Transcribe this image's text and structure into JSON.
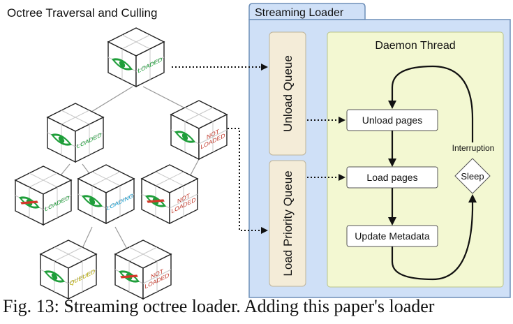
{
  "title": "Octree Traversal and Culling",
  "loader_title": "Streaming Loader",
  "queues": {
    "unload": "Unload Queue",
    "load": "Load Priority Queue"
  },
  "daemon": {
    "title": "Daemon Thread",
    "steps": [
      "Unload pages",
      "Load pages",
      "Update Metadata"
    ],
    "sleep": "Sleep",
    "interruption": "Interruption"
  },
  "nodes": [
    {
      "status": "LOADED",
      "visible": true,
      "color": "#1f9e3a"
    },
    {
      "status": "LOADED",
      "visible": true,
      "color": "#1f9e3a"
    },
    {
      "status": "NOT LOADED",
      "visible": true,
      "color": "#c0392b"
    },
    {
      "status": "LOADED",
      "visible": false,
      "color": "#1f9e3a"
    },
    {
      "status": "LOADING",
      "visible": true,
      "color": "#1a9fd0"
    },
    {
      "status": "NOT LOADED",
      "visible": false,
      "color": "#c0392b"
    },
    {
      "status": "QUEUED",
      "visible": true,
      "color": "#b5a800"
    },
    {
      "status": "NOT LOADED",
      "visible": false,
      "color": "#c0392b"
    }
  ],
  "colors": {
    "loader_bg": "#cfe0f7",
    "loader_border": "#6e8fb8",
    "queue_bg": "#f4ecd8",
    "daemon_bg": "#f3f8d2",
    "eye": "#1f9e3a",
    "cull": "#d23a2a"
  },
  "caption": "Fig. 13:  Streaming octree loader. Adding this paper's loader"
}
